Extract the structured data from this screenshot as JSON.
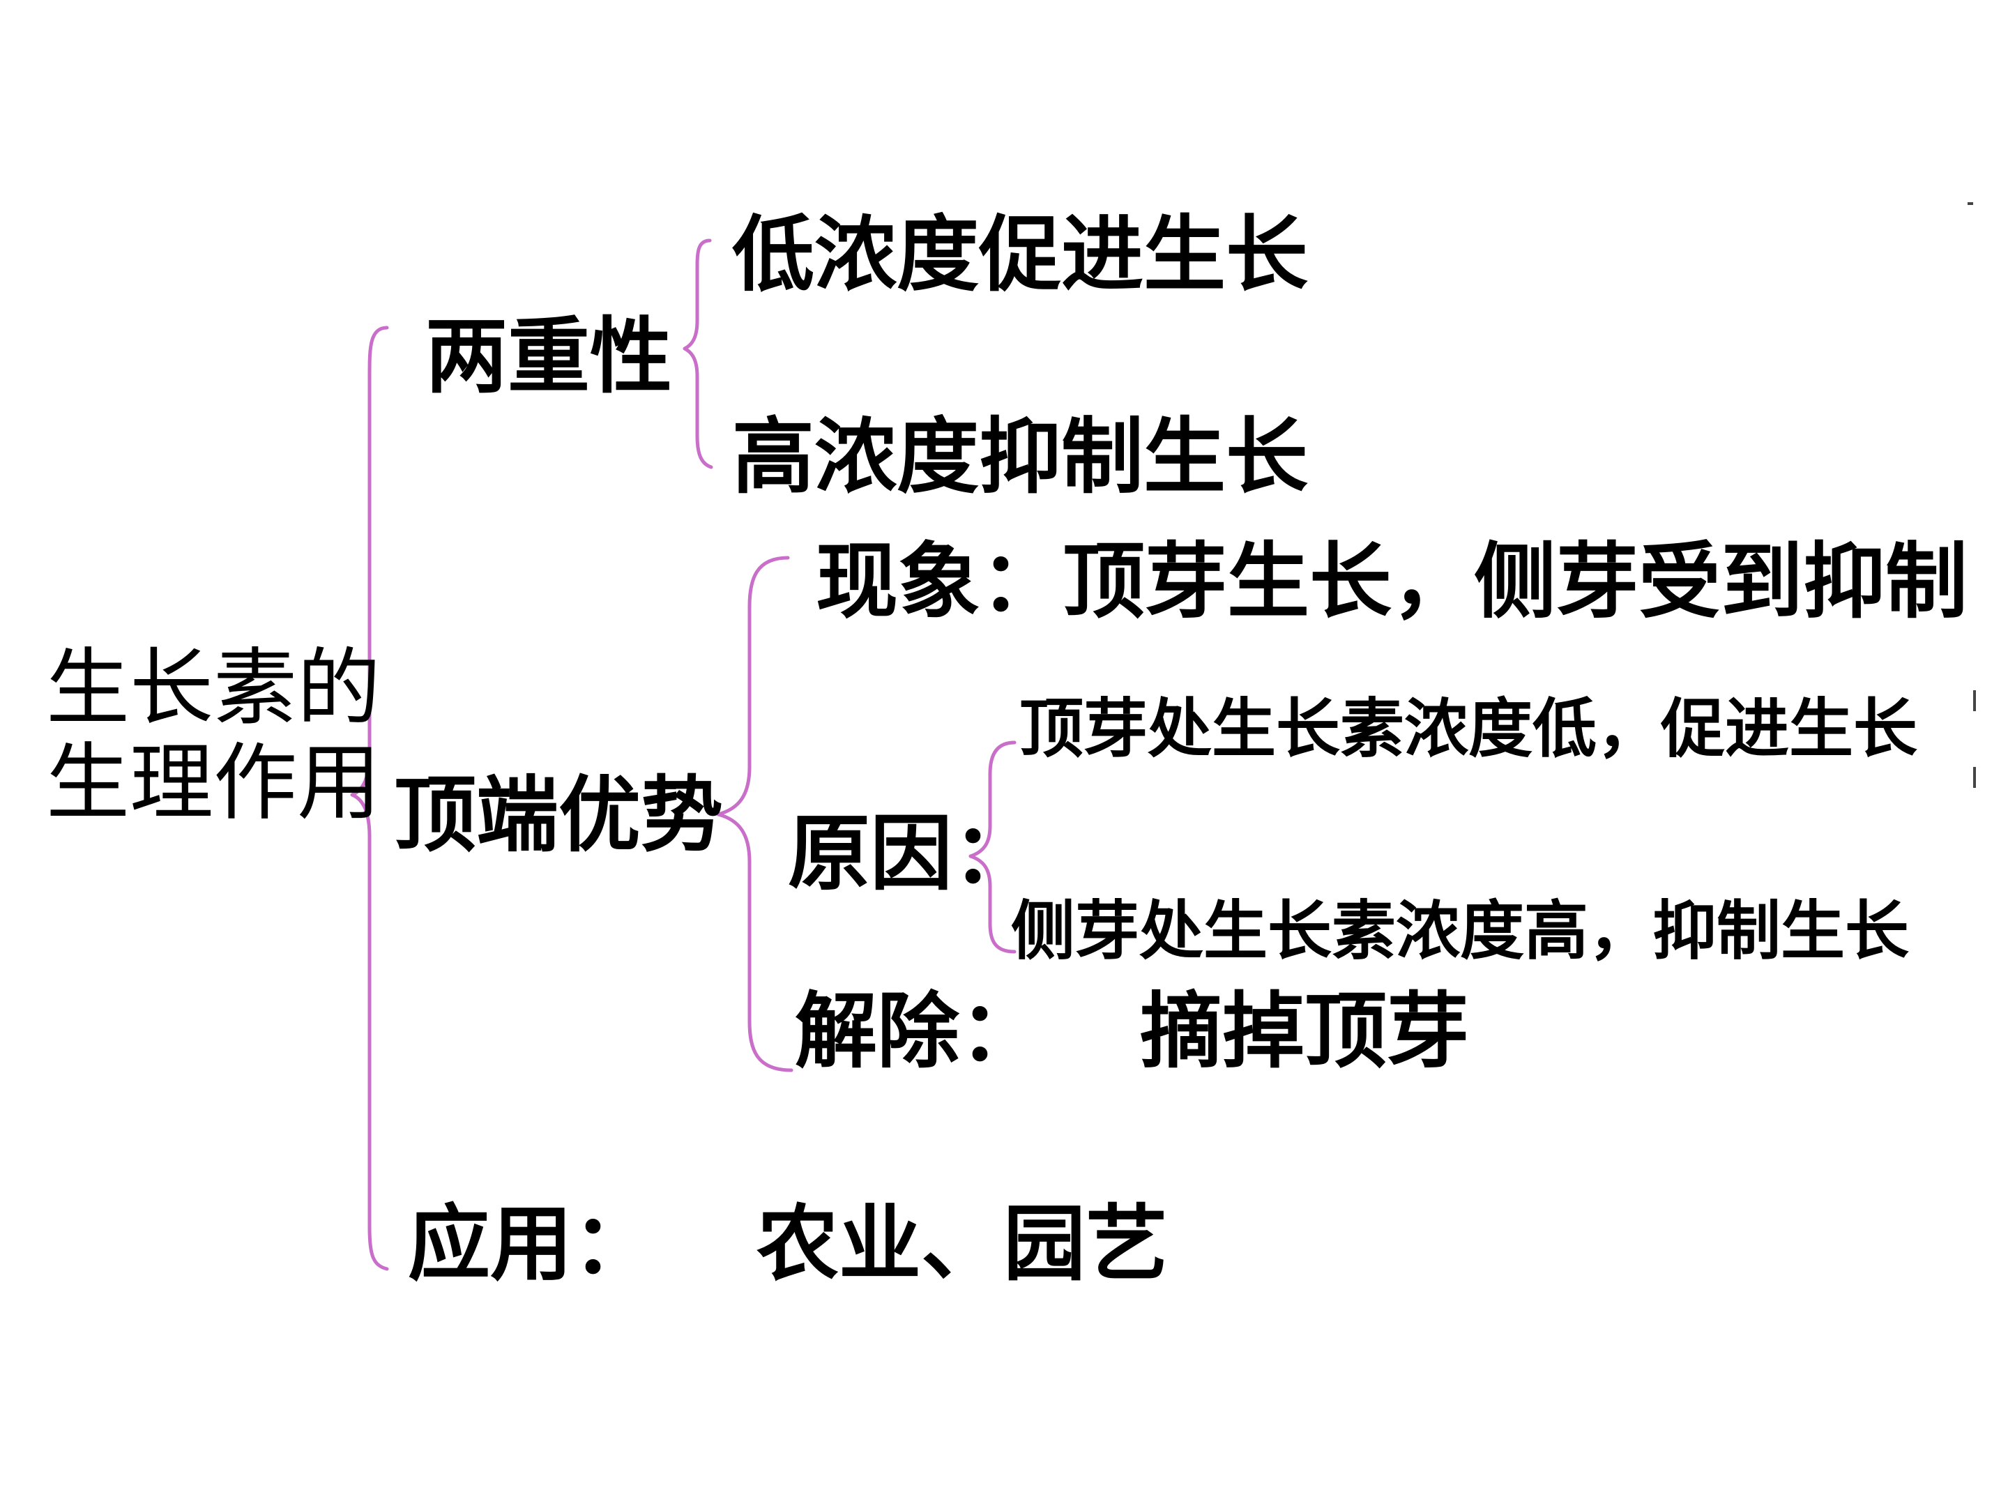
{
  "diagram": {
    "root": {
      "line1": "生长素的",
      "line2": "生理作用"
    },
    "branches": {
      "duality": {
        "label": "两重性",
        "low": "低浓度促进生长",
        "high": "高浓度抑制生长"
      },
      "apical_dominance": {
        "label": "顶端优势",
        "phenomenon": "现象：顶芽生长，侧芽受到抑制",
        "cause_label": "原因：",
        "cause_top": "顶芽处生长素浓度低，促进生长",
        "cause_bottom": "侧芽处生长素浓度高，抑制生长",
        "removal_label": "解除：",
        "removal_value": "摘掉顶芽"
      },
      "application": {
        "label": "应用：",
        "value": "农业、园艺"
      }
    },
    "bracket_color": "#c96fc9"
  }
}
